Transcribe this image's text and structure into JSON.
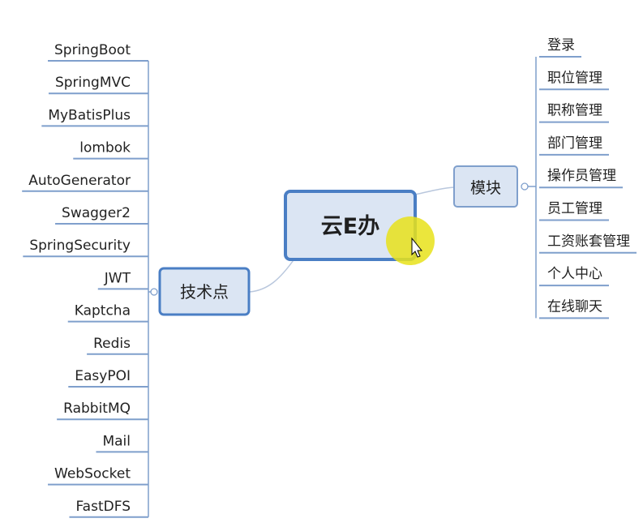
{
  "central": {
    "label": "云E办"
  },
  "left_branch": {
    "label": "技术点",
    "items": [
      "SpringBoot",
      "SpringMVC",
      "MyBatisPlus",
      "lombok",
      "AutoGenerator",
      "Swagger2",
      "SpringSecurity",
      "JWT",
      "Kaptcha",
      "Redis",
      "EasyPOI",
      "RabbitMQ",
      "Mail",
      "WebSocket",
      "FastDFS"
    ]
  },
  "right_branch": {
    "label": "模块",
    "items": [
      "登录",
      "职位管理",
      "职称管理",
      "部门管理",
      "操作员管理",
      "员工管理",
      "工资账套管理",
      "个人中心",
      "在线聊天"
    ]
  },
  "colors": {
    "node_fill": "#dbe5f3",
    "node_stroke": "#4a7ec4",
    "line": "#7f9fcc",
    "highlight": "#e8e21a"
  },
  "icons": {
    "cursor": "mouse-pointer-icon"
  }
}
